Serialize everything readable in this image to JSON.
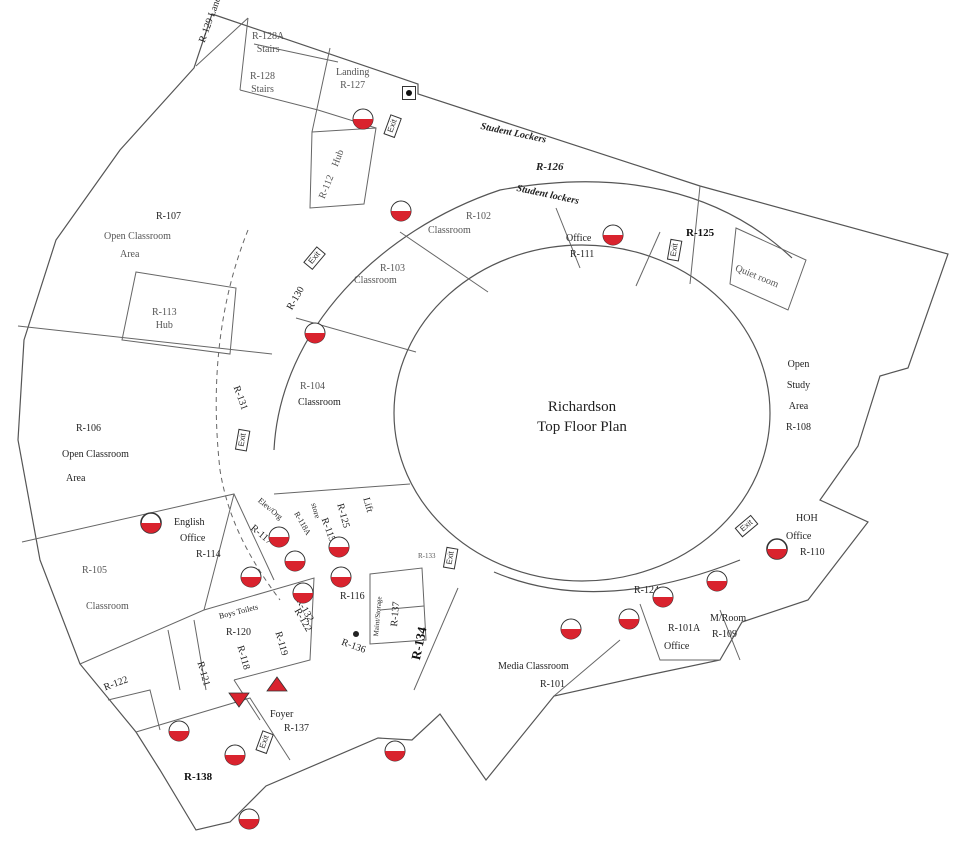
{
  "title": {
    "line1": "Richardson",
    "line2": "Top Floor Plan"
  },
  "colors": {
    "wall": "#555555",
    "extinguisher_red": "#d9232e",
    "text": "#555555"
  },
  "extinguisher_icon": "fire-extinguisher-icon",
  "rooms": {
    "r129": "R-129",
    "r129_sub": "Landing",
    "r128a": "R-128A",
    "r128a_sub": "Stairs",
    "r128": "R-128",
    "r128_sub": "Stairs",
    "landing": "Landing",
    "r127": "R-127",
    "r112": "R-112",
    "r112_sub": "Hub",
    "r107": "R-107",
    "r107_sub1": "Open Classroom",
    "r107_sub2": "Area",
    "r113": "R-113",
    "r113_sub": "Hub",
    "r130": "R-130",
    "r102": "R-102",
    "r102_sub": "Classroom",
    "r103": "R-103",
    "r103_sub": "Classroom",
    "r104": "R-104",
    "r104_sub": "Classroom",
    "r131": "R-131",
    "r106": "R-106",
    "r106_sub1": "Open Classroom",
    "r106_sub2": "Area",
    "student_lockers_outer": "Student Lockers",
    "r126": "R-126",
    "student_lockers_inner": "Student lockers",
    "office_111": "Office",
    "r111": "R-111",
    "r125_east": "R-125",
    "quiet_room": "Quiet room",
    "open_study1": "Open",
    "open_study2": "Study",
    "open_study3": "Area",
    "r108": "R-108",
    "hoh1": "HOH",
    "hoh2": "Office",
    "r110": "R-110",
    "english1": "English",
    "english2": "Office",
    "r114": "R-114",
    "elev": "Elev/Org",
    "r117": "R-117",
    "r118a": "R-118A",
    "store": "store",
    "r115": "R-115",
    "r125_lift": "R-125",
    "lift": "Lift",
    "r105": "R-105",
    "r105_sub": "Classroom",
    "r116": "R-116",
    "r132": "R-132",
    "r133": "R-133",
    "r124": "R-124",
    "r101a": "R-101A",
    "r101a_sub": "Office",
    "mroom": "M/Room",
    "r109": "R-109",
    "boys": "Boys Toilets",
    "r120": "R-120",
    "r119": "R-119",
    "r122a": "R-122",
    "r136": "R-136",
    "r137_box": "R-137",
    "maint": "Maint/Storage",
    "r134": "R-134",
    "media1": "Media Classroom",
    "r101": "R-101",
    "r122b": "R-122",
    "r121": "R-121",
    "r118": "R-118",
    "foyer": "Foyer",
    "r137": "R-137",
    "r138": "R-138"
  },
  "exit_label": "Exit"
}
